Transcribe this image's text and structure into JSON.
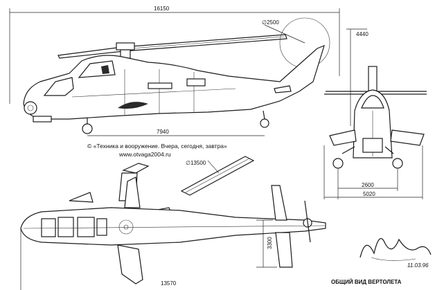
{
  "dimensions": {
    "length": "16150",
    "rotor": "∅2500",
    "height": "4440",
    "wheelbase": "7940",
    "main_rotor": "∅13500",
    "track": "2600",
    "width": "5020",
    "plan_length": "13570",
    "tail_span": "3300"
  },
  "credit": {
    "line1": "© «Техника и вооружение. Вчера, сегодня, завтра»",
    "line2": "www.otvaga2004.ru"
  },
  "caption": "ОБЩИЙ ВИД ВЕРТОЛЕТА",
  "signature_date": "11.03.96"
}
